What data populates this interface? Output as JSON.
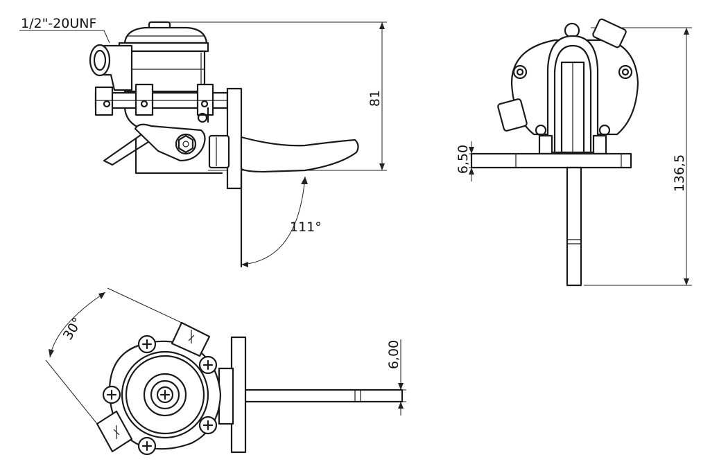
{
  "thread_label": "1/2\"-20UNF",
  "dimensions": {
    "height_side": "81",
    "pedal_angle": "111°",
    "flange_thickness_rear": "6,50",
    "overall_height": "136,5",
    "flange_thickness_top": "6,00",
    "rotation_angle": "30°"
  },
  "colors": {
    "line": "#1a1a1a",
    "background": "#ffffff"
  }
}
